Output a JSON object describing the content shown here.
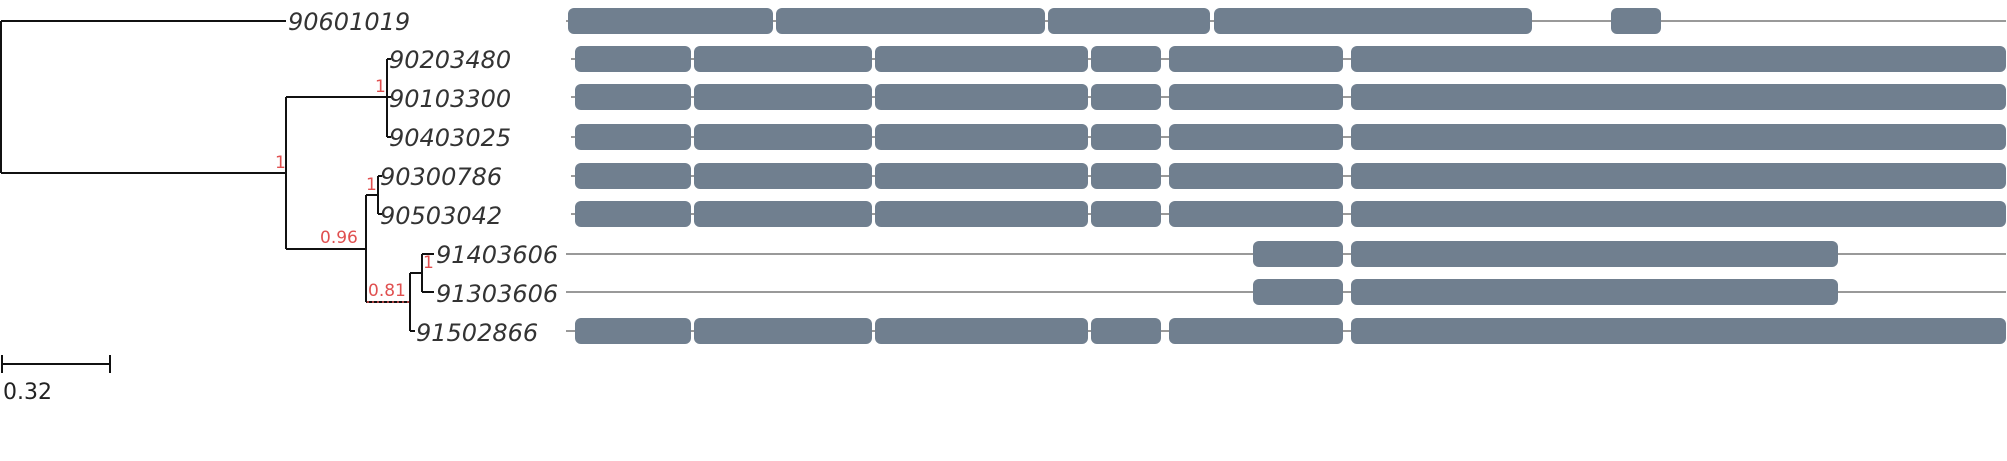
{
  "leaves": [
    {
      "id": "90601019",
      "exons": [
        [
          1,
          1
        ],
        [
          2,
          2
        ],
        [
          3,
          3
        ],
        [
          4,
          4
        ],
        [
          5,
          5
        ]
      ]
    },
    {
      "id": "90203480",
      "exons": [
        [
          1,
          1
        ],
        [
          2,
          2
        ],
        [
          3,
          3
        ],
        [
          4,
          4
        ],
        [
          5,
          5
        ],
        [
          6,
          6
        ]
      ]
    },
    {
      "id": "90103300",
      "exons": [
        [
          1,
          1
        ],
        [
          2,
          2
        ],
        [
          3,
          3
        ],
        [
          4,
          4
        ],
        [
          5,
          5
        ],
        [
          6,
          6
        ]
      ]
    },
    {
      "id": "90403025",
      "exons": [
        [
          1,
          1
        ],
        [
          2,
          2
        ],
        [
          3,
          3
        ],
        [
          4,
          4
        ],
        [
          5,
          5
        ],
        [
          6,
          6
        ]
      ]
    },
    {
      "id": "90300786",
      "exons": [
        [
          1,
          1
        ],
        [
          2,
          2
        ],
        [
          3,
          3
        ],
        [
          4,
          4
        ],
        [
          5,
          5
        ],
        [
          6,
          6
        ]
      ]
    },
    {
      "id": "90503042",
      "exons": [
        [
          1,
          1
        ],
        [
          2,
          2
        ],
        [
          3,
          3
        ],
        [
          4,
          4
        ],
        [
          5,
          5
        ],
        [
          6,
          6
        ]
      ]
    },
    {
      "id": "91403606",
      "exons": [
        [
          5,
          5
        ],
        [
          6,
          6
        ]
      ]
    },
    {
      "id": "91303606",
      "exons": [
        [
          5,
          5
        ],
        [
          6,
          6
        ]
      ]
    },
    {
      "id": "91502866",
      "exons": [
        [
          1,
          1
        ],
        [
          2,
          2
        ],
        [
          3,
          3
        ],
        [
          4,
          4
        ],
        [
          5,
          5
        ],
        [
          6,
          6
        ]
      ]
    }
  ],
  "support_values": [
    "1",
    "1",
    "1",
    "0.96",
    "1",
    "0.81"
  ],
  "scale_bar": {
    "label": "0.32"
  },
  "colors": {
    "exon": "#707f8f",
    "support": "#e05050",
    "branch": "#111111"
  }
}
